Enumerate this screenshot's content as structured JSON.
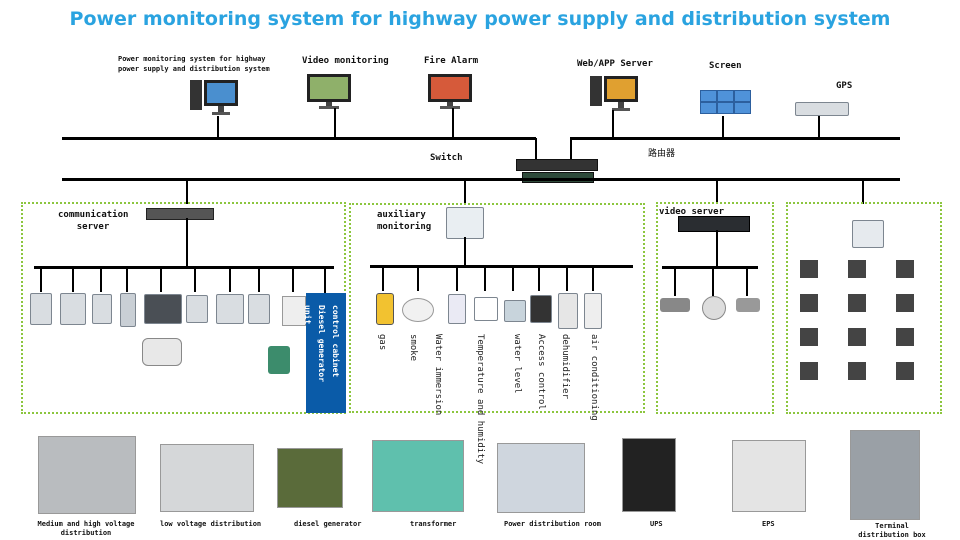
{
  "title": "Power monitoring system for highway power supply and distribution system",
  "top_devices": {
    "monitor_system": "Power monitoring system for highway power supply and distribution system",
    "video_monitoring": "Video monitoring",
    "fire_alarm": "Fire Alarm",
    "web_app_server": "Web/APP Server",
    "screen": "Screen",
    "gps": "GPS"
  },
  "network": {
    "switch": "Switch",
    "router": "路由器"
  },
  "groups": {
    "communication_server": "communication server",
    "auxiliary_monitoring": "auxiliary monitoring",
    "video_server": "video server",
    "control_cabinet": "control cabinet Diesel generator unit"
  },
  "auxiliary_items": [
    "gas",
    "smoke",
    "Water immersion",
    "Temperature and humidity",
    "water level",
    "Access control",
    "dehumidifier",
    "air conditioning"
  ],
  "bottom_items": [
    "Medium and high voltage distribution",
    "low voltage distribution",
    "diesel generator",
    "transformer",
    "Power distribution room",
    "UPS",
    "EPS",
    "Terminal distribution box"
  ],
  "colors": {
    "title": "#2aa3e0",
    "group_border": "#8cc63f",
    "control_cabinet": "#0a5ba8"
  }
}
